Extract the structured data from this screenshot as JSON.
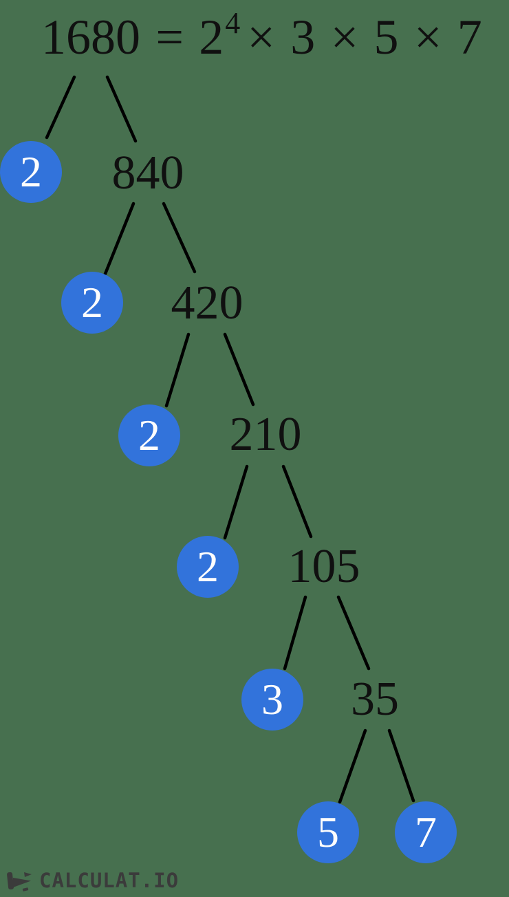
{
  "colors": {
    "background": "#47704F",
    "node_text": "#101010",
    "edge": "#000000",
    "prime_circle": "#3273DB",
    "prime_text": "#FDFDFD",
    "logo": "#3B3B3B"
  },
  "equation": {
    "base": "1680 = 2",
    "exponent": "4",
    "tail": "× 3 × 5 × 7"
  },
  "factor_tree": {
    "number": "1680",
    "steps": [
      {
        "composite": "1680",
        "prime": "2",
        "quotient": "840"
      },
      {
        "composite": "840",
        "prime": "2",
        "quotient": "420"
      },
      {
        "composite": "420",
        "prime": "2",
        "quotient": "210"
      },
      {
        "composite": "210",
        "prime": "2",
        "quotient": "105"
      },
      {
        "composite": "105",
        "prime": "3",
        "quotient": "35"
      },
      {
        "composite": "35",
        "prime": "5",
        "quotient": "7"
      }
    ]
  },
  "logo": {
    "text": "CALCULAT.IO"
  }
}
